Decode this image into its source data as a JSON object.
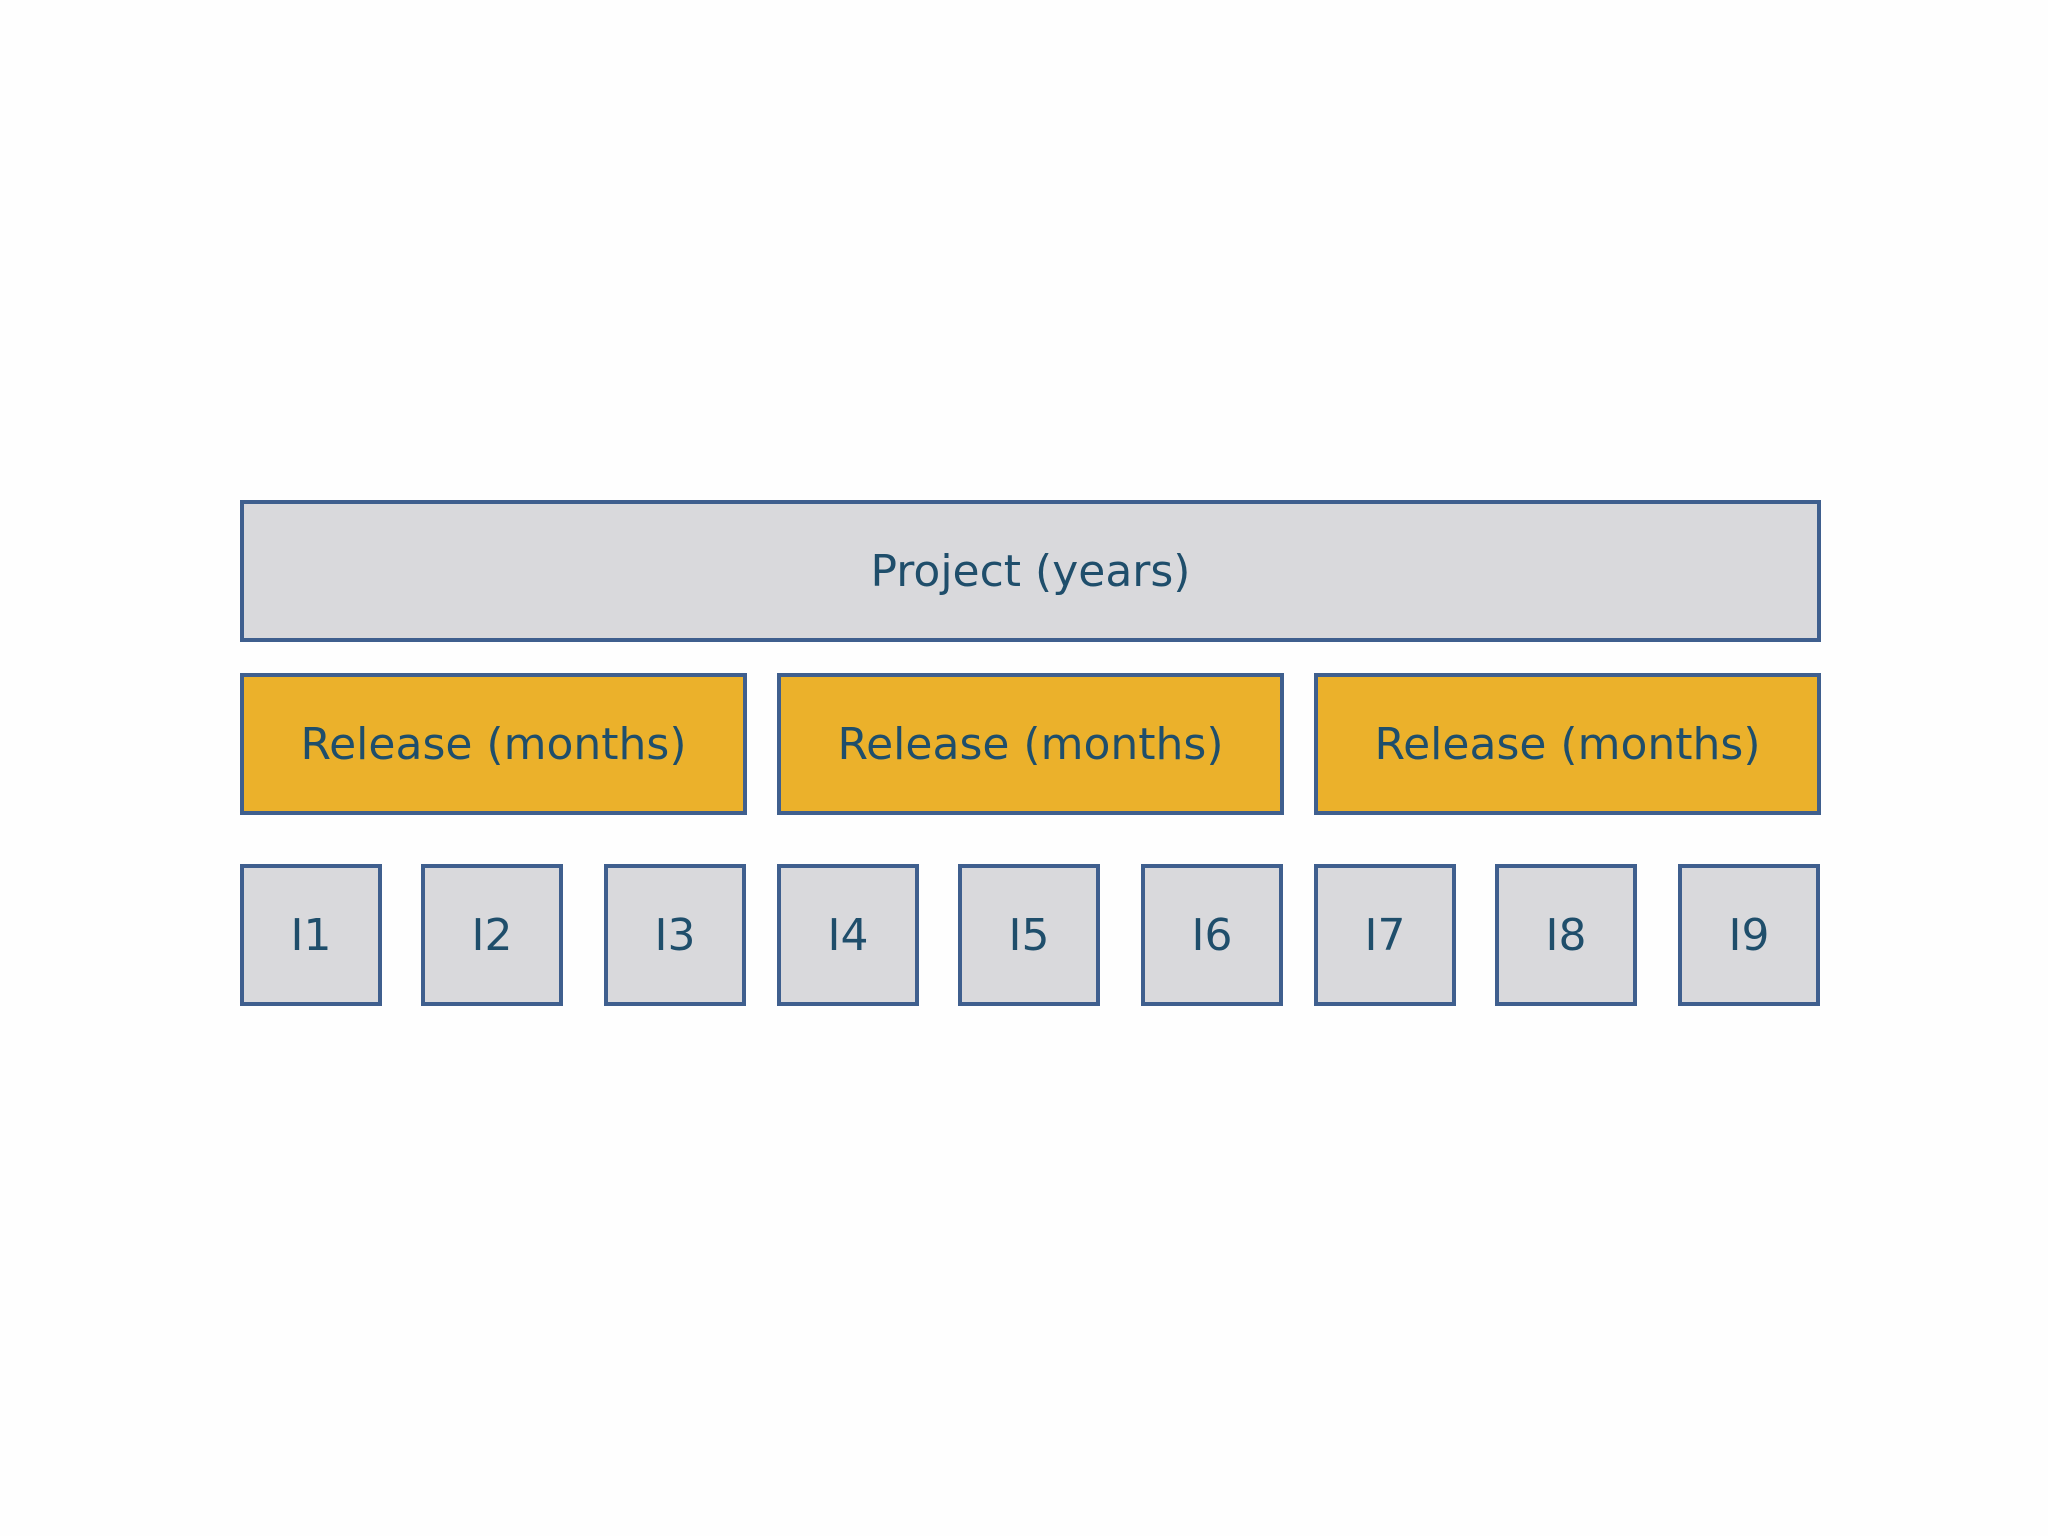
{
  "diagram": {
    "project": {
      "label": "Project (years)"
    },
    "releases": [
      {
        "label": "Release (months)"
      },
      {
        "label": "Release (months)"
      },
      {
        "label": "Release (months)"
      }
    ],
    "iterations": [
      {
        "label": "I1"
      },
      {
        "label": "I2"
      },
      {
        "label": "I3"
      },
      {
        "label": "I4"
      },
      {
        "label": "I5"
      },
      {
        "label": "I6"
      },
      {
        "label": "I7"
      },
      {
        "label": "I8"
      },
      {
        "label": "I9"
      }
    ],
    "colors": {
      "border": "#3f5f8e",
      "text": "#1f4e6b",
      "project_fill": "#d9d9dc",
      "release_fill": "#ebb12b",
      "iteration_fill": "#d9d9dc"
    }
  }
}
